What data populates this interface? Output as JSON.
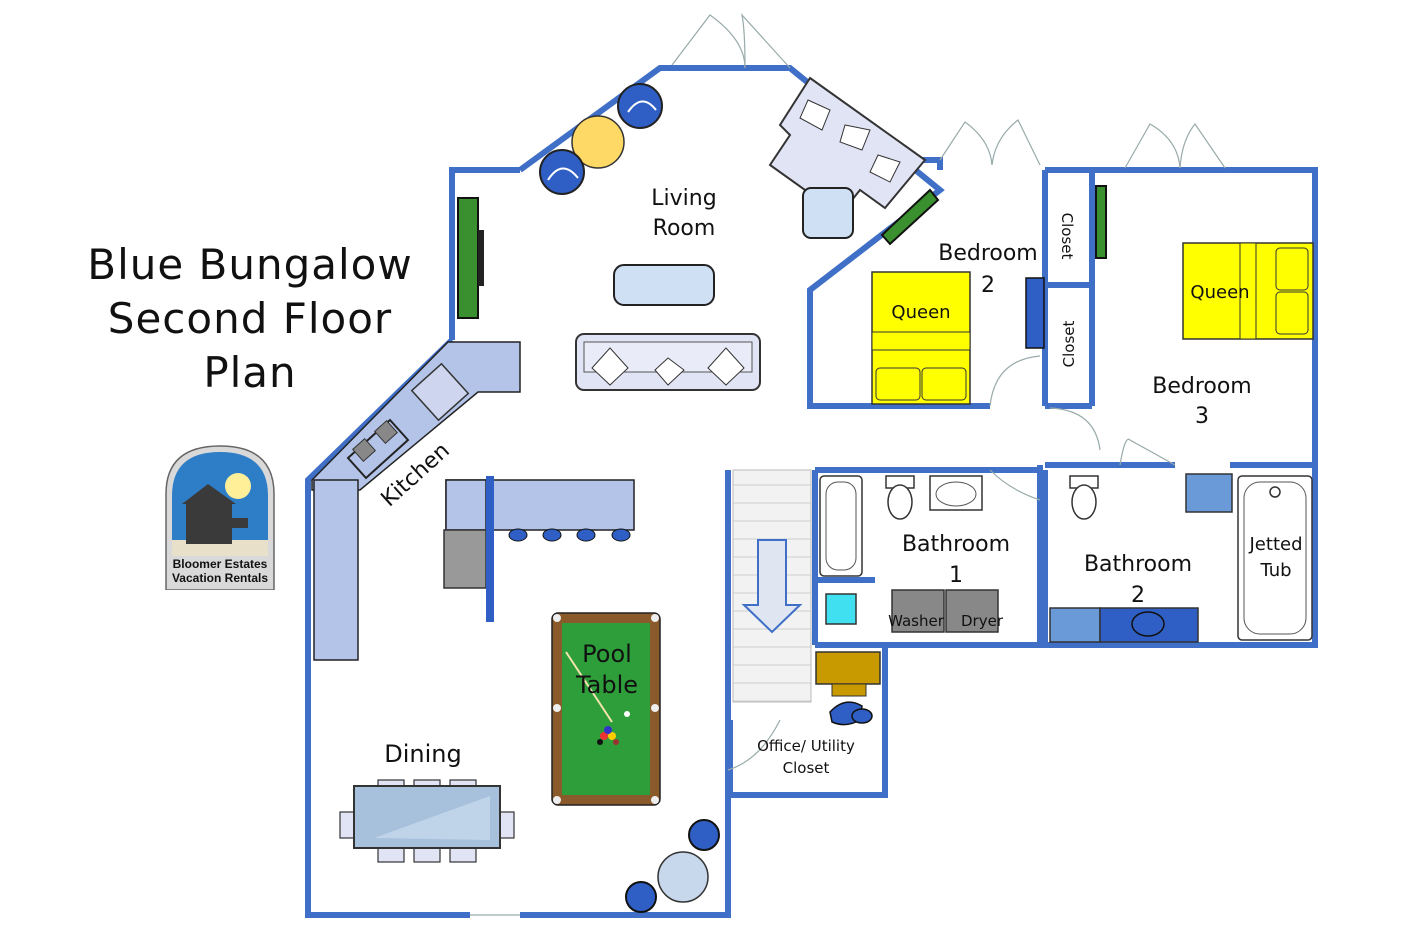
{
  "title": {
    "line1": "Blue Bungalow",
    "line2": "Second Floor",
    "line3": "Plan"
  },
  "logo": {
    "line1": "Bloomer Estates",
    "line2": "Vacation Rentals"
  },
  "rooms": {
    "living_room": {
      "line1": "Living",
      "line2": "Room"
    },
    "kitchen": "Kitchen",
    "dining": "Dining",
    "pool_table": {
      "line1": "Pool",
      "line2": "Table"
    },
    "bedroom2": {
      "line1": "Bedroom",
      "line2": "2"
    },
    "bedroom3": {
      "line1": "Bedroom",
      "line2": "3"
    },
    "closet_a": "Closet",
    "closet_b": "Closet",
    "bathroom1": {
      "line1": "Bathroom",
      "line2": "1"
    },
    "bathroom2": {
      "line1": "Bathroom",
      "line2": "2"
    },
    "office": {
      "line1": "Office/ Utility",
      "line2": "Closet"
    }
  },
  "fixtures": {
    "bed2": "Queen",
    "bed3": "Queen",
    "washer": "Washer",
    "dryer": "Dryer",
    "tub": {
      "line1": "Jetted",
      "line2": "Tub"
    }
  },
  "colors": {
    "wall": "#3f6fc6",
    "counter": "#b4c4e8",
    "bed": "#ffff00",
    "pool_felt": "#2e9e3a",
    "pool_rail": "#8b5a2b",
    "chair_blue": "#2f5fc4",
    "side_table": "#ffd966"
  }
}
